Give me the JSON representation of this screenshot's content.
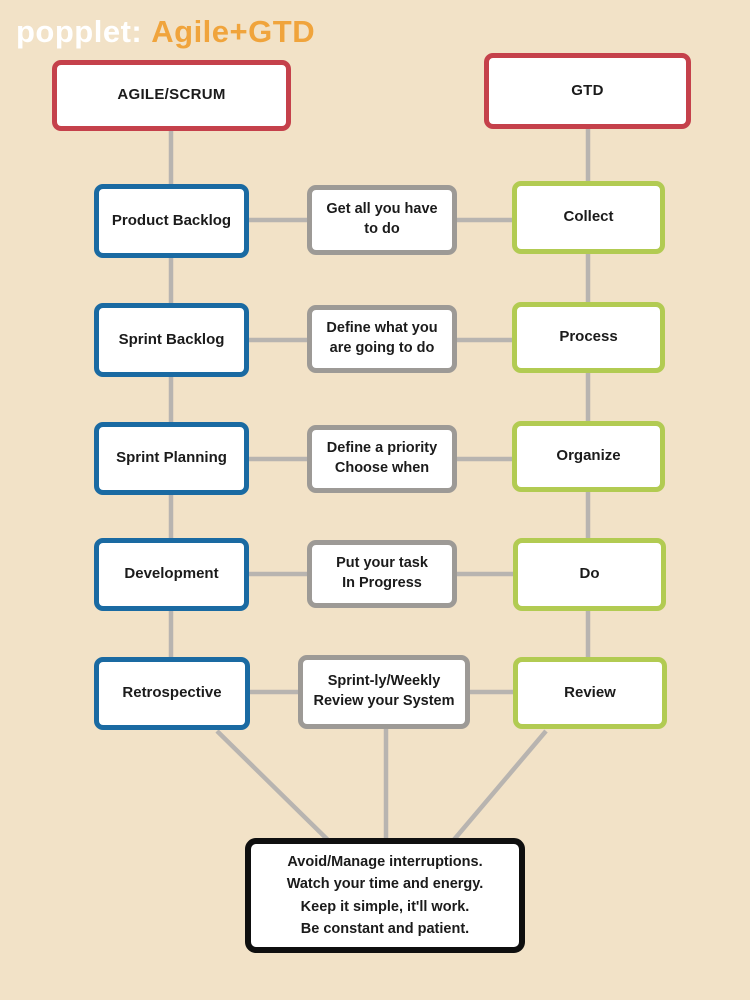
{
  "app": {
    "logo": "popplet:",
    "board_title": "Agile+GTD"
  },
  "colors": {
    "background": "#f2e2c7",
    "node_red_border": "#c5414b",
    "node_blue_border": "#1a6aa2",
    "node_green_border": "#b2cb52",
    "node_gray_border": "#9d9a96",
    "node_black_border": "#0f0f0f",
    "node_fill": "#ffffff",
    "connector": "#b8b4b0",
    "logo_text": "#ffffff",
    "title_text": "#f0a43c",
    "label_text": "#1b1b1b"
  },
  "diagram": {
    "roots": {
      "agile": "AGILE/SCRUM",
      "gtd": "GTD"
    },
    "rows": [
      {
        "agile": "Product Backlog",
        "bridge": "Get all you have\nto do",
        "gtd": "Collect"
      },
      {
        "agile": "Sprint Backlog",
        "bridge": "Define what you\nare going to do",
        "gtd": "Process"
      },
      {
        "agile": "Sprint Planning",
        "bridge": "Define a priority\nChoose when",
        "gtd": "Organize"
      },
      {
        "agile": "Development",
        "bridge": "Put your task\nIn Progress",
        "gtd": "Do"
      },
      {
        "agile": "Retrospective",
        "bridge": "Sprint-ly/Weekly\nReview your System",
        "gtd": "Review"
      }
    ],
    "summary": "Avoid/Manage interruptions.\nWatch your time and energy.\nKeep it simple, it'll work.\nBe constant and patient."
  }
}
